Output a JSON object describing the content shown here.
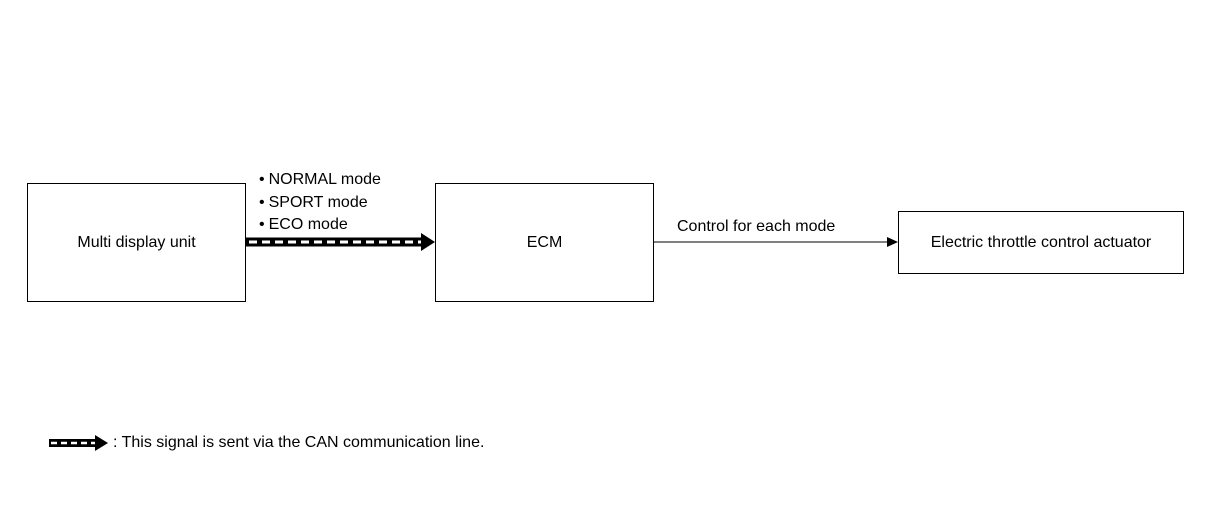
{
  "nodes": {
    "multi_display_unit": "Multi display unit",
    "ecm": "ECM",
    "actuator": "Electric throttle control actuator"
  },
  "can_signal": {
    "modes": [
      "NORMAL mode",
      "SPORT mode",
      "ECO mode"
    ]
  },
  "ecm_to_actuator": {
    "label": "Control for each mode"
  },
  "legend": {
    "text": ": This signal is sent via the CAN communication line."
  }
}
